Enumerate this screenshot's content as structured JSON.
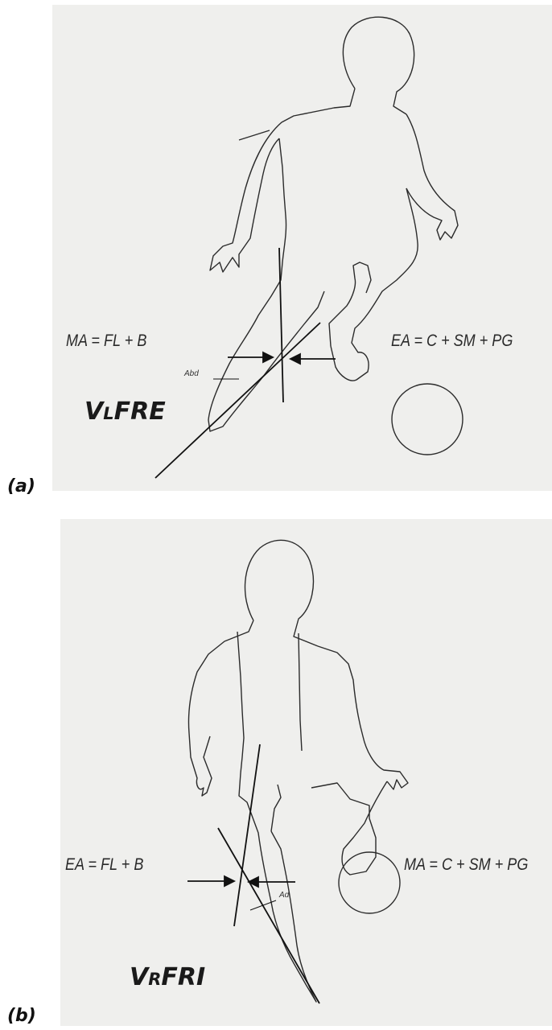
{
  "panels": [
    {
      "label": "(a)",
      "left_eq": "MA = FL + B",
      "right_eq": "EA = C + SM + PG",
      "angle_label": "Abd",
      "code_prefix": "V",
      "code_sub": "L",
      "code_rest": "FRE"
    },
    {
      "label": "(b)",
      "left_eq": "EA = FL + B",
      "right_eq": "MA = C + SM + PG",
      "angle_label": "Ad",
      "code_prefix": "V",
      "code_sub": "R",
      "code_rest": "FRI"
    }
  ]
}
